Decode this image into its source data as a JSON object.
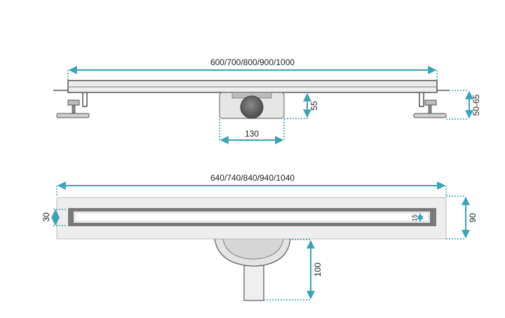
{
  "colors": {
    "dimension": "#3aa3b5",
    "outline": "#555555",
    "light_fill": "#eeeeee",
    "mid_fill": "#cfcfcf",
    "dark_fill": "#7a7a7a",
    "text": "#222222"
  },
  "top_view": {
    "length_label": "600/700/800/900/1000",
    "outlet_width_label": "130",
    "outlet_height_label": "55",
    "foot_height_label": "50-65"
  },
  "bottom_view": {
    "length_label": "640/740/840/940/1040",
    "depth_left_label": "30",
    "total_width_label": "90",
    "slot_label": "15",
    "pipe_height_label": "100"
  }
}
